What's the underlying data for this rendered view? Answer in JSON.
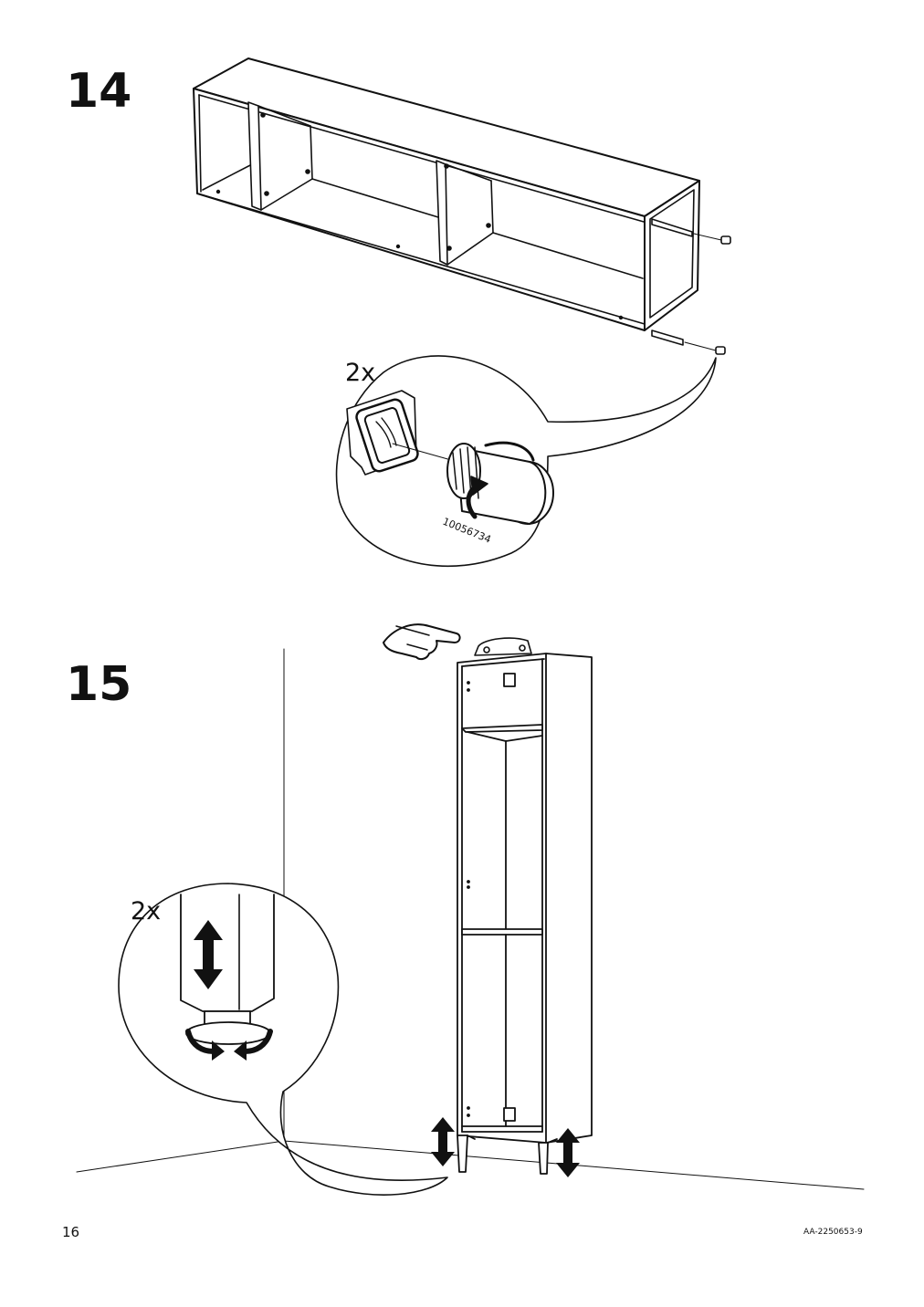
{
  "page": {
    "number": "16",
    "document_code": "AA-2250653-9"
  },
  "steps": [
    {
      "number": "14",
      "quantity": "2x",
      "part_number": "10056734",
      "illustration": "attach-leveling-feet-to-cabinet-rails"
    },
    {
      "number": "15",
      "quantity": "2x",
      "illustration": "adjust-leveling-feet-height"
    }
  ],
  "icons": [
    "hand-pointing-icon",
    "up-down-arrow-icon",
    "rotate-arrows-icon"
  ],
  "colors": {
    "ink": "#111111",
    "background": "#ffffff"
  }
}
